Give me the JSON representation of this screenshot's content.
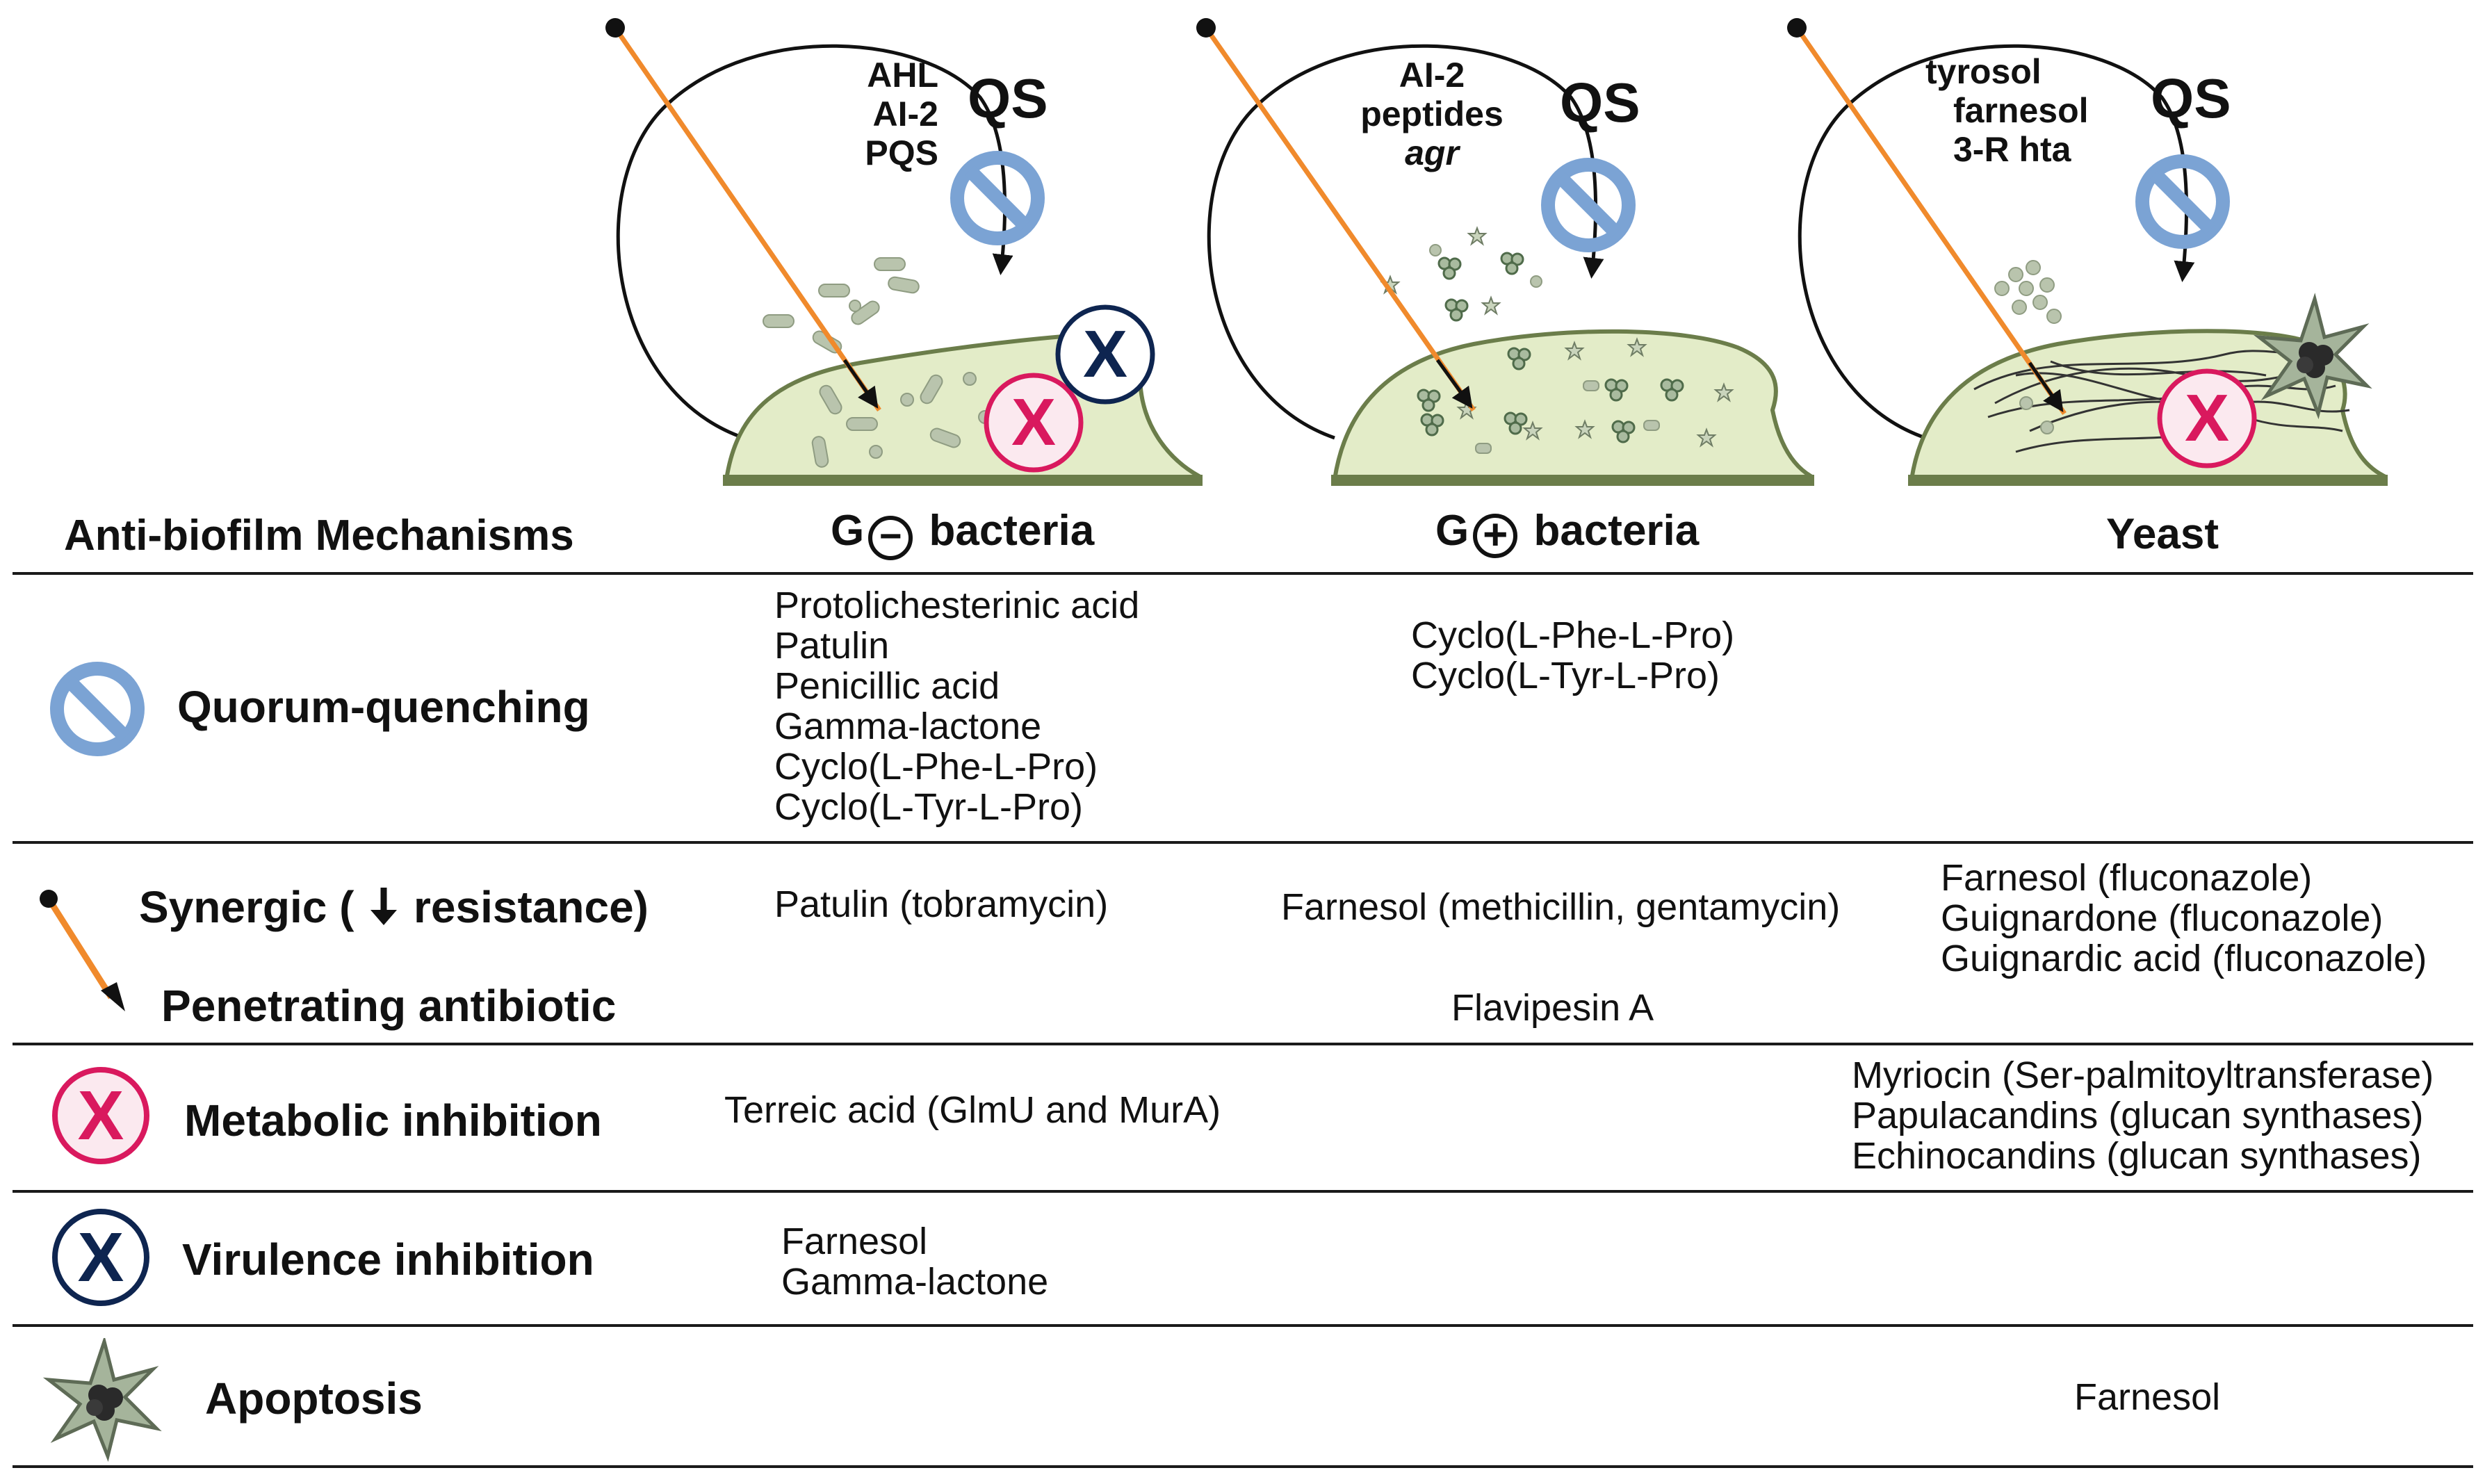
{
  "header": {
    "mechanisms": "Anti-biofilm Mechanisms",
    "gneg_g": "G",
    "gneg_sign": "−",
    "gneg_bacteria": "bacteria",
    "gpos_g": "G",
    "gpos_sign": "+",
    "gpos_bacteria": "bacteria",
    "yeast": "Yeast"
  },
  "panels": {
    "gneg": {
      "signals": [
        "AHL",
        "AI-2",
        "PQS"
      ],
      "qs": "QS"
    },
    "gpos": {
      "signals": [
        "AI-2",
        "peptides",
        "agr"
      ],
      "qs": "QS"
    },
    "yeast": {
      "signals": [
        "tyrosol",
        "farnesol",
        "3-R hta"
      ],
      "qs": "QS"
    }
  },
  "rows": {
    "quorum": {
      "label": "Quorum-quenching",
      "gneg": [
        "Protolichesterinic acid",
        "Patulin",
        "Penicillic acid",
        "Gamma-lactone",
        "Cyclo(L-Phe-L-Pro)",
        "Cyclo(L-Tyr-L-Pro)"
      ],
      "gpos": [
        "Cyclo(L-Phe-L-Pro)",
        "Cyclo(L-Tyr-L-Pro)"
      ]
    },
    "synergic": {
      "label_start": "Synergic (",
      "label_end": "resistance)",
      "label2": "Penetrating antibiotic",
      "gneg": "Patulin (tobramycin)",
      "gpos": "Farnesol (methicillin, gentamycin)",
      "gpos2": "Flavipesin A",
      "yeast": [
        "Farnesol (fluconazole)",
        "Guignardone (fluconazole)",
        "Guignardic acid (fluconazole)"
      ]
    },
    "metabolic": {
      "label": "Metabolic inhibition",
      "gneg": "Terreic acid (GlmU and MurA)",
      "yeast": [
        "Myriocin (Ser-palmitoyltransferase)",
        "Papulacandins (glucan synthases)",
        "Echinocandins (glucan synthases)"
      ]
    },
    "virulence": {
      "label": "Virulence inhibition",
      "gneg": [
        "Farnesol",
        "Gamma-lactone"
      ]
    },
    "apoptosis": {
      "label": "Apoptosis",
      "yeast": "Farnesol"
    }
  },
  "colors": {
    "biofilm_fill": "#e3ecc8",
    "biofilm_stroke": "#6b7d4a",
    "base": "#6b7d4a",
    "qs_blue": "#7ba3d4",
    "metabolic_red": "#d9195e",
    "virulence_navy": "#0e2550",
    "arrow_orange": "#f08a2c",
    "cell_gray": "#b9c4ad"
  },
  "icons": [
    "no-entry-icon",
    "x-circle-red-icon",
    "x-circle-navy-icon",
    "antibiotic-arrow-icon",
    "apoptotic-cell-icon"
  ]
}
